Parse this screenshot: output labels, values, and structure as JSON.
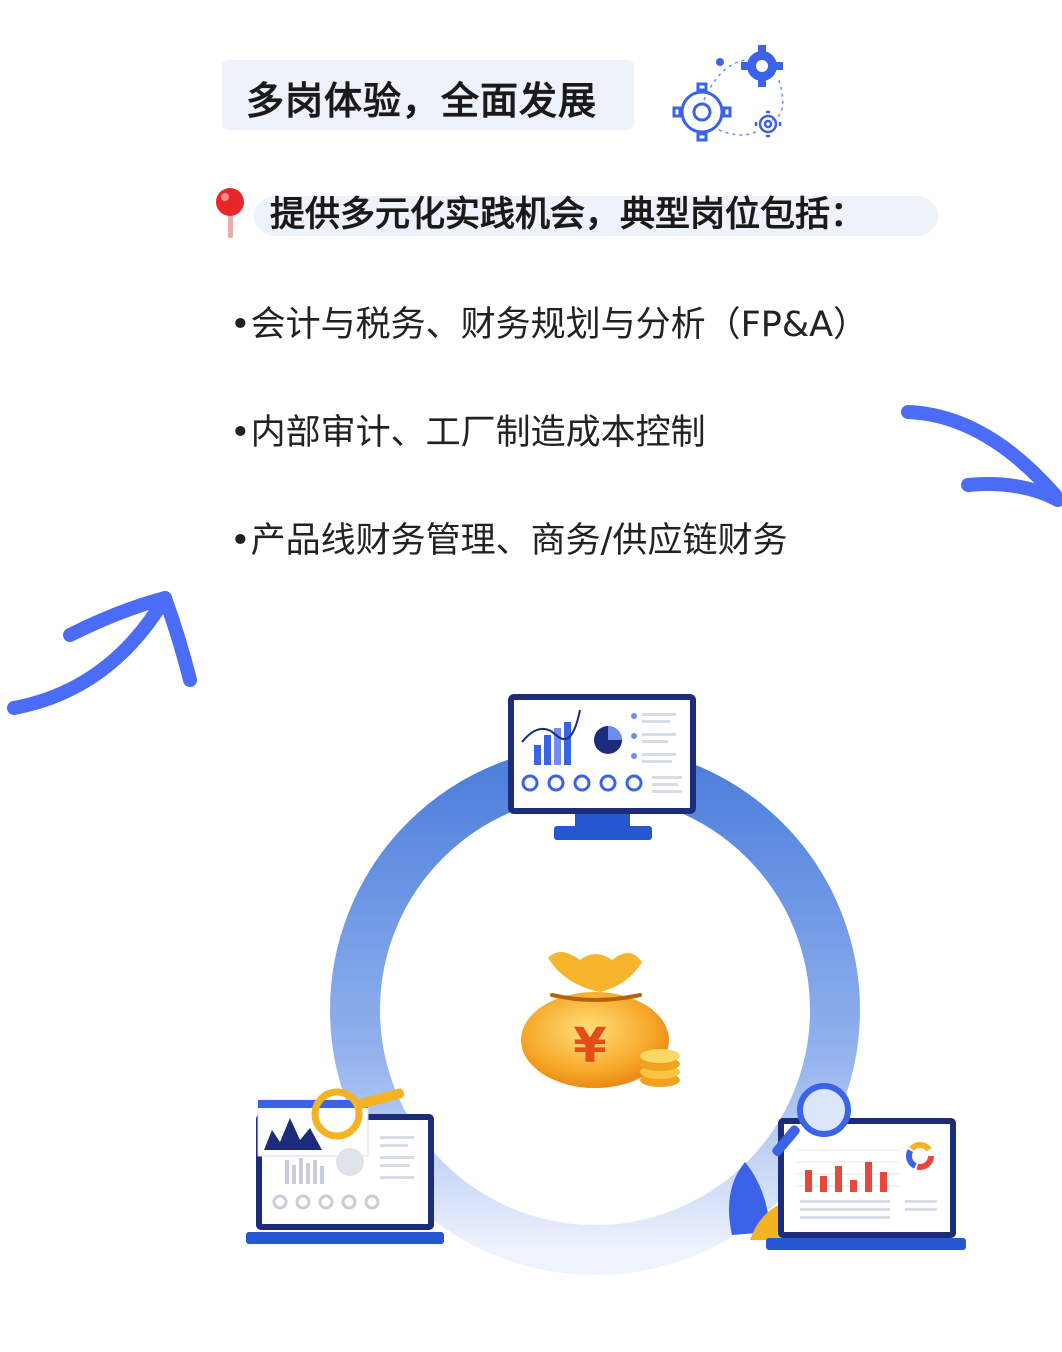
{
  "header": {
    "title": "多岗体验，全面发展"
  },
  "intro": {
    "text": "提供多元化实践机会，典型岗位包括："
  },
  "roles": [
    "•会计与税务、财务规划与分析（FP&A）",
    "•内部审计、工厂制造成本控制",
    "•产品线财务管理、商务/供应链财务"
  ],
  "illustration": {
    "currency_symbol": "¥"
  },
  "colors": {
    "accent": "#4a6cf7",
    "ring": "#5b8de3",
    "tag_bg": "#eef3fb",
    "pin": "#e8262c",
    "gold": "#f5b323"
  },
  "icons": [
    "gear-icon",
    "location-pin-icon",
    "money-bag-icon",
    "monitor-icon",
    "laptop-icon",
    "magnifier-icon"
  ]
}
